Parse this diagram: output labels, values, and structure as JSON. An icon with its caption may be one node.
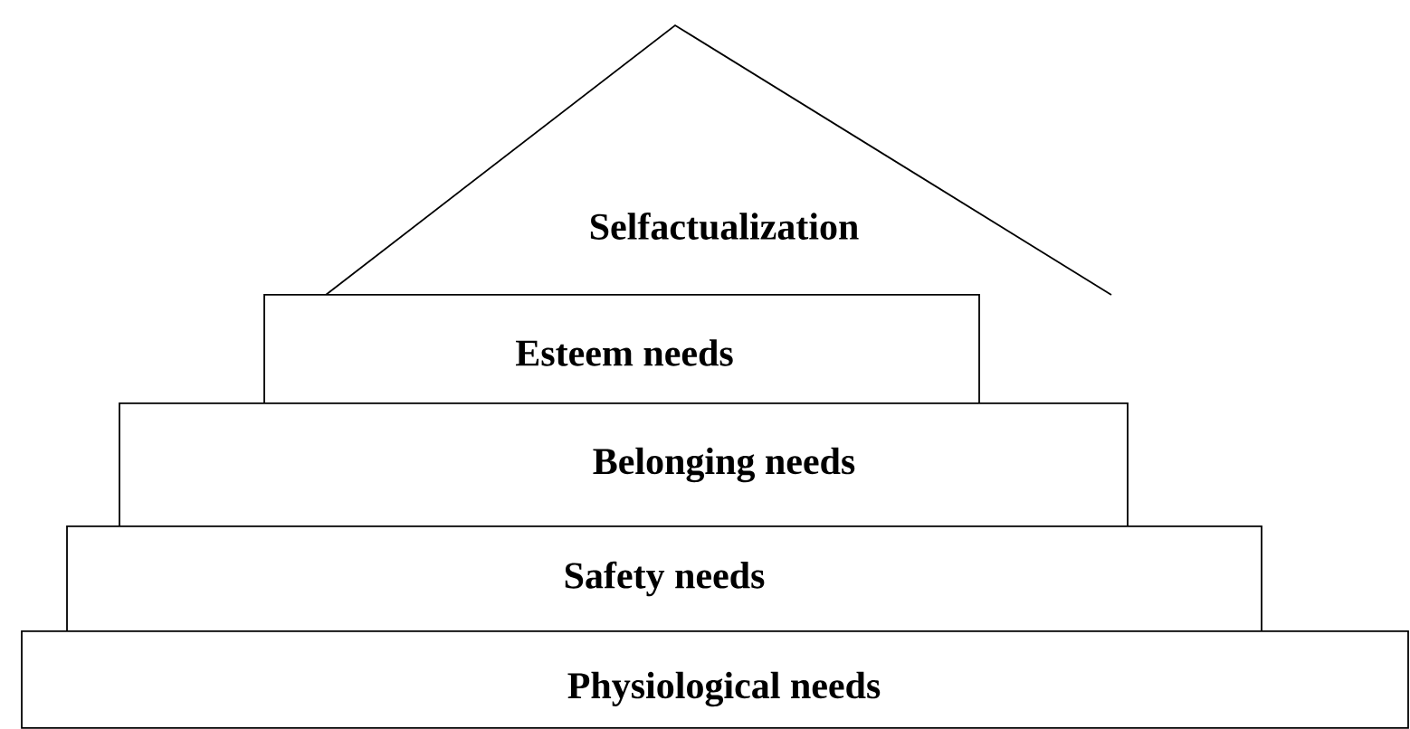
{
  "diagram": {
    "nodes": [
      {
        "text": [
          "Selfactualization"
        ]
      },
      {
        "text": [
          "Esteem needs"
        ]
      },
      {
        "text": [
          "Belonging needs"
        ]
      },
      {
        "text": [
          "Safety needs"
        ]
      },
      {
        "text": [
          "Physiological needs"
        ]
      }
    ]
  }
}
